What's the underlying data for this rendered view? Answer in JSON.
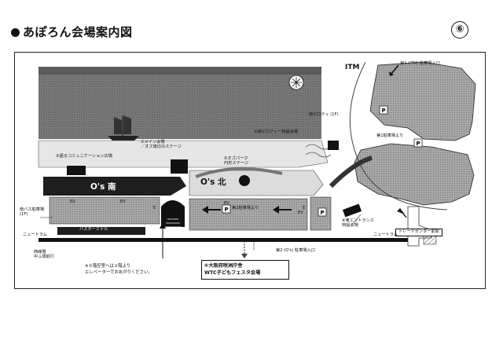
{
  "title": "あぽろん会場案内図",
  "page_number": "⑥",
  "map": {
    "areas": {
      "itm": "ITM",
      "os_minami": "O's 南",
      "os_kita": "O's 北"
    },
    "labels": {
      "itm_parking_entrance": "第1 (ITM) 駐車場入口",
      "from_parking1": "第1駐車場より",
      "south_piloti": "南ピロティ (1F)",
      "south_piloti_venue": "②南ピロティー特設会場",
      "main_venue": "①メイン会場\n／オズ南辺のステージ",
      "community_plaza": "③語るコミュニケーション広場",
      "os_park": "⑤オズパーク\n円形ステージ",
      "from_parking2": "第2駐車場より",
      "east_entrance": "④東エントランス\n特設会場",
      "south_bus_parking": "南バス駐車場\n(1F)",
      "parking2_entrance": "第2 (O's) 駐車場入口",
      "trade_center_station": "トレードセンター前駅",
      "new_tram_left": "ニュートラム",
      "new_tram_right": "ニュートラム",
      "bus_terminal": "バスターミナル",
      "bus_stop": "西線場\n中ふ頭前行",
      "ev_1": "EV",
      "ev_2": "EV",
      "ev_3": "EV",
      "ev_4": "EV",
      "marker_e1": "E",
      "marker_e2": "E",
      "marker_e3": "E"
    },
    "notice": {
      "line1": "⑥大阪府咲洲庁舎",
      "line2": "WTC子どもフェスタ会場"
    },
    "note": {
      "line1": "※６階控室へは２階より",
      "line2": "エレベーターでおあがりください。"
    }
  }
}
